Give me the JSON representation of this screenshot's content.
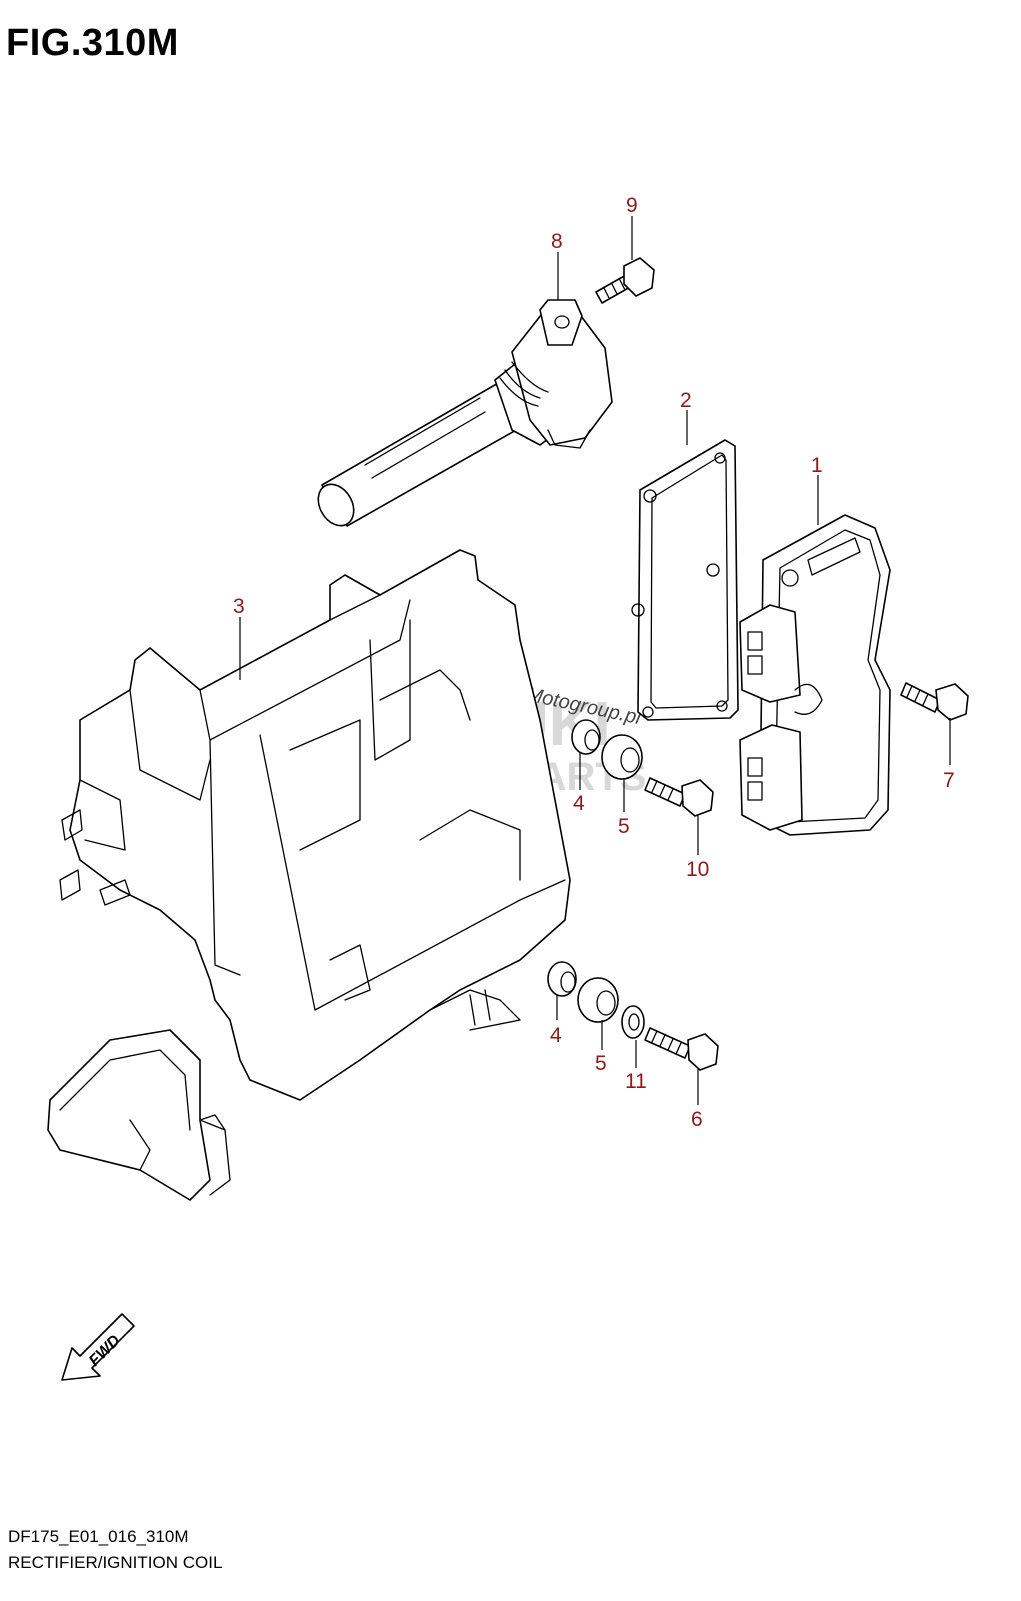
{
  "figure": {
    "title": "FIG.310M",
    "code": "DF175_E01_016_310M",
    "name": "RECTIFIER/IGNITION COIL"
  },
  "callouts": [
    "1",
    "2",
    "3",
    "4",
    "5",
    "7",
    "8",
    "9",
    "10",
    "4",
    "5",
    "11",
    "6"
  ],
  "fwd_label": "FWD",
  "watermark": {
    "line1": "SUZUKI",
    "line2": "MARINE PARTS",
    "tag": "Motogroup.pl"
  }
}
